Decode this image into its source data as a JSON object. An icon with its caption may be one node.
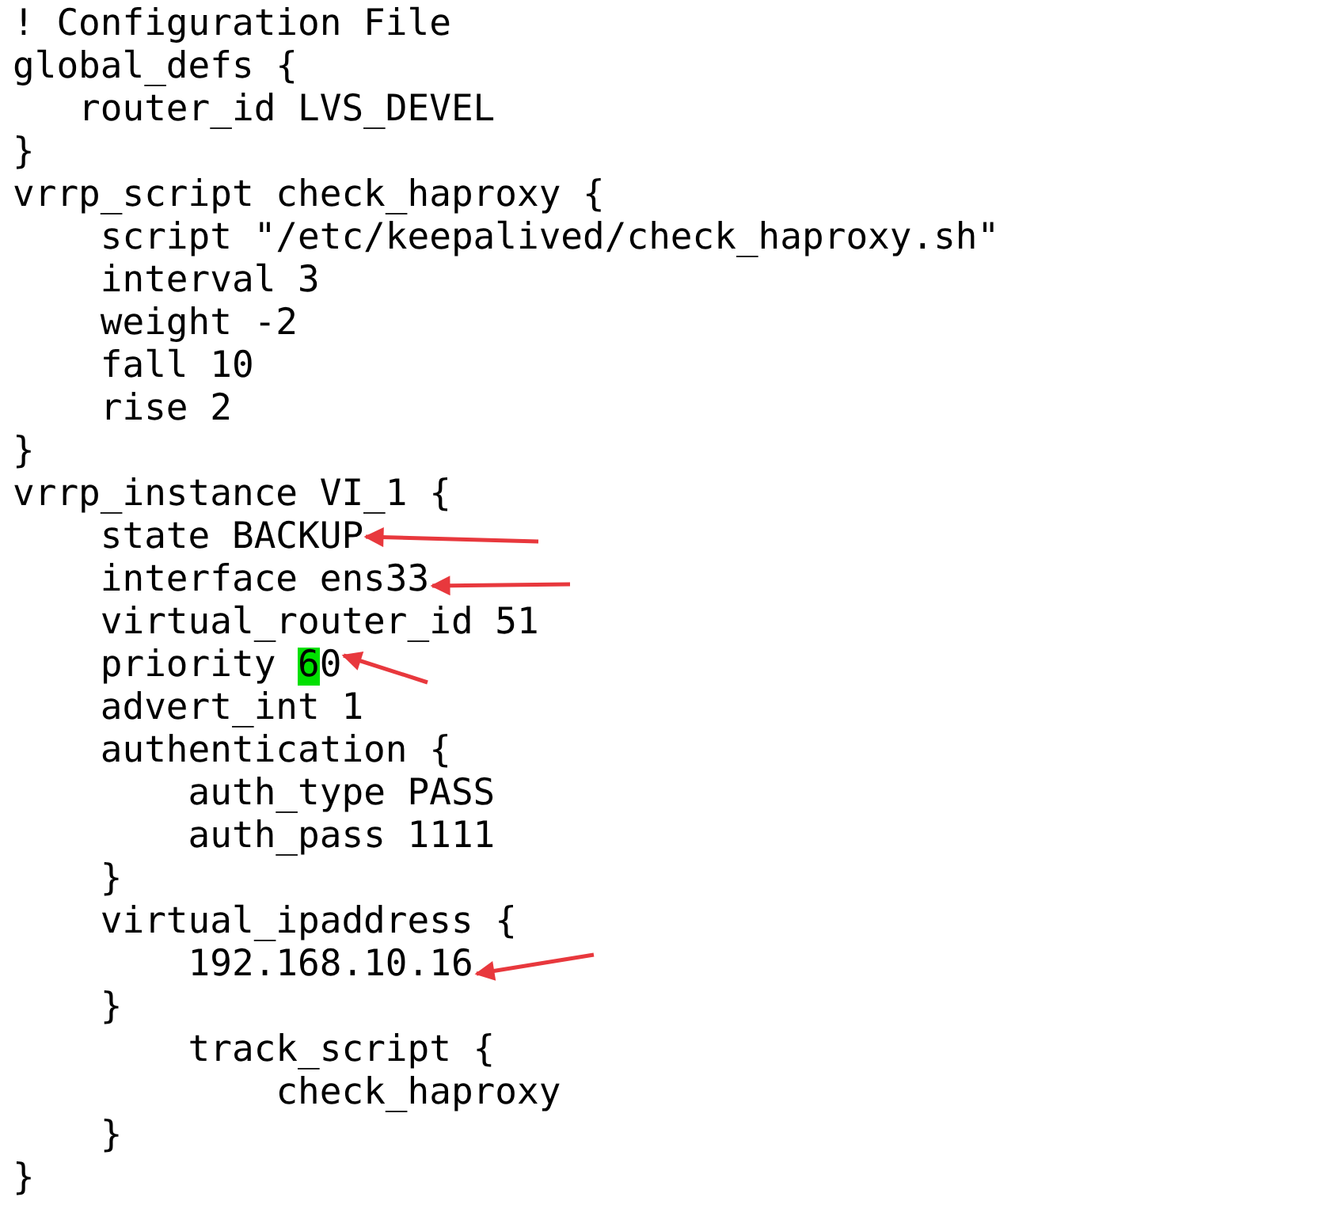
{
  "diagram": {
    "nodes": [
      {
        "text": [
          "state BACKUP"
        ]
      },
      {
        "text": [
          "interface ens33"
        ]
      },
      {
        "text": [
          "priority 60"
        ]
      },
      {
        "text": [
          "192.168.10.16"
        ]
      }
    ],
    "edges": [
      {
        "from": null,
        "to": 0,
        "arrow": "to"
      },
      {
        "from": null,
        "to": 1,
        "arrow": "to"
      },
      {
        "from": null,
        "to": 2,
        "arrow": "to"
      },
      {
        "from": null,
        "to": 3,
        "arrow": "to"
      }
    ],
    "labels": [
      "! Configuration File",
      "global_defs {",
      "router_id LVS_DEVEL",
      "}",
      "vrrp_script check_haproxy {",
      "script \"/etc/keepalived/check_haproxy.sh\"",
      "interval 3",
      "weight -2",
      "fall 10",
      "rise 2",
      "}",
      "vrrp_instance VI_1 {",
      "virtual_router_id 51",
      "advert_int 1",
      "authentication {",
      "auth_type PASS",
      "auth_pass 1111",
      "}",
      "virtual_ipaddress {",
      "}",
      "track_script {",
      "check_haproxy",
      "}",
      "}"
    ]
  }
}
